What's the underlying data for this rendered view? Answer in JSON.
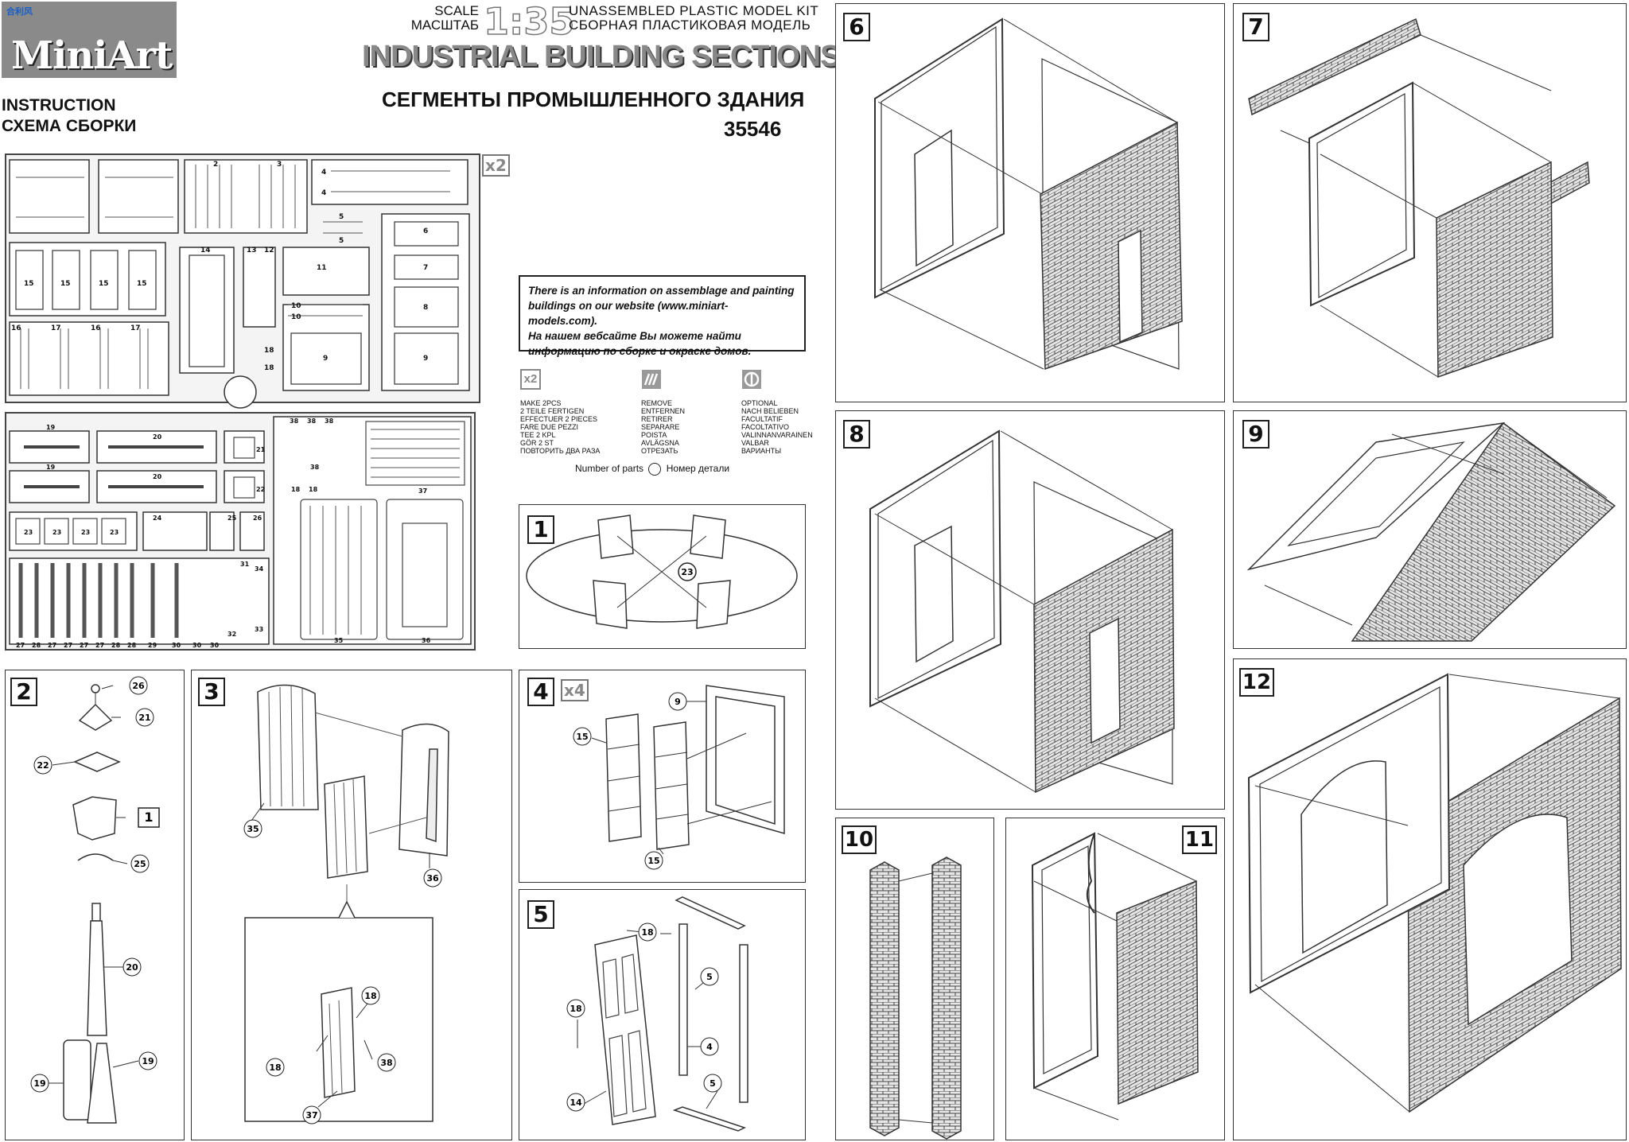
{
  "brand": {
    "site": "合利风",
    "name": "MiniArt"
  },
  "instruction": {
    "en": "INSTRUCTION",
    "ru": "СХЕМА СБОРКИ"
  },
  "scale": {
    "label_en": "SCALE",
    "label_ru": "МАСШТАБ",
    "value": "1:35"
  },
  "kit": {
    "type_en": "UNASSEMBLED  PLASTIC  MODEL  KIT",
    "type_ru": "СБОРНАЯ  ПЛАСТИКОВАЯ  МОДЕЛЬ",
    "title_en": "INDUSTRIAL BUILDING SECTIONS",
    "title_ru": "СЕГМЕНТЫ ПРОМЫШЛЕННОГО ЗДАНИЯ",
    "number": "35546"
  },
  "sprue_multiplier": "x2",
  "info_box": {
    "en": "There is an information on assemblage and painting buildings on our website (www.miniart-models.com).",
    "ru": "На нашем вебсайте Вы можете найти информацию по сборке и окраске домов."
  },
  "legend": [
    {
      "icon": "make-two-icon",
      "glyph": "x2",
      "text": "MAKE 2pcs\n2 TEILE FERTIGEN\nEFFECTUER 2 PIECES\nFARE DUE PEZZI\nTEE 2 KPL\nGÖR 2 ST\nПОВТОРИТЬ ДВА РАЗА"
    },
    {
      "icon": "remove-icon",
      "glyph": "",
      "text": "REMOVE\nENTFERNEN\nRETIRER\nSEPARARE\nPOISTA\nAVLÄGSNA\nОТРЕЗАТЬ"
    },
    {
      "icon": "optional-icon",
      "glyph": "",
      "text": "OPTIONAL\nNACH BELIEBEN\nFACULTATIF\nFACOLTATIVO\nVALINNANVARAINEN\nVALBAR\nВАРИАНТЫ"
    }
  ],
  "number_of_parts": {
    "en": "Number of parts",
    "ru": "Номер детали"
  },
  "steps": {
    "s1": {
      "num": "1",
      "parts": [
        "23"
      ]
    },
    "s2": {
      "num": "2",
      "parts": [
        "26",
        "21",
        "22",
        "1",
        "25",
        "20",
        "19",
        "19"
      ]
    },
    "s3": {
      "num": "3",
      "parts": [
        "35",
        "36",
        "18",
        "18",
        "38",
        "37"
      ]
    },
    "s4": {
      "num": "4",
      "mult": "x4",
      "parts": [
        "9",
        "15",
        "15"
      ]
    },
    "s5": {
      "num": "5",
      "parts": [
        "18",
        "5",
        "4",
        "18",
        "14",
        "5"
      ]
    },
    "s6": {
      "num": "6"
    },
    "s7": {
      "num": "7"
    },
    "s8": {
      "num": "8"
    },
    "s9": {
      "num": "9"
    },
    "s10": {
      "num": "10"
    },
    "s11": {
      "num": "11"
    },
    "s12": {
      "num": "12"
    }
  },
  "sprue_a_parts": [
    "2",
    "3",
    "4",
    "4",
    "5",
    "5",
    "6",
    "7",
    "8",
    "9",
    "9",
    "10",
    "10",
    "11",
    "12",
    "13",
    "14",
    "15",
    "15",
    "15",
    "15",
    "16",
    "16",
    "17",
    "17",
    "18",
    "18"
  ],
  "sprue_b_parts": [
    "19",
    "19",
    "20",
    "20",
    "21",
    "22",
    "23",
    "23",
    "23",
    "23",
    "24",
    "25",
    "26",
    "27",
    "27",
    "27",
    "27",
    "27",
    "28",
    "28",
    "28",
    "29",
    "30",
    "30",
    "30",
    "31",
    "32",
    "33",
    "34",
    "35",
    "36",
    "37",
    "38",
    "38",
    "38",
    "38",
    "18",
    "18"
  ]
}
